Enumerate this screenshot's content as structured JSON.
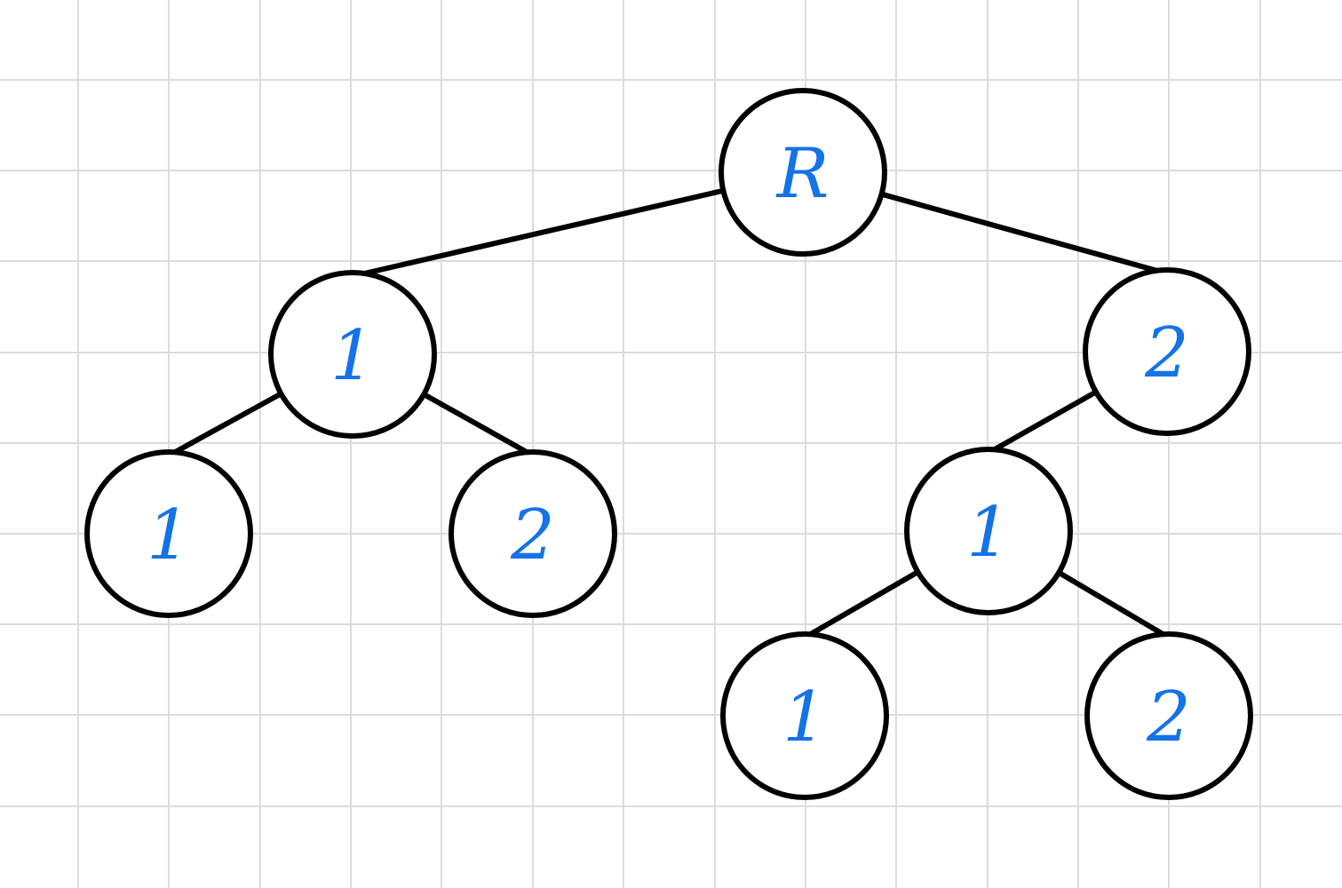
{
  "diagram": {
    "type": "tree",
    "grid_background": true,
    "colors": {
      "label": "#1473e6",
      "stroke": "#000000",
      "grid": "#dcdcdc",
      "background": "#ffffff"
    },
    "nodes": [
      {
        "id": "root",
        "label": "R"
      },
      {
        "id": "n1",
        "label": "1"
      },
      {
        "id": "n2",
        "label": "2"
      },
      {
        "id": "n11",
        "label": "1"
      },
      {
        "id": "n12",
        "label": "2"
      },
      {
        "id": "n21",
        "label": "1"
      },
      {
        "id": "n211",
        "label": "1"
      },
      {
        "id": "n212",
        "label": "2"
      }
    ],
    "edges": [
      {
        "from": "root",
        "to": "n1"
      },
      {
        "from": "root",
        "to": "n2"
      },
      {
        "from": "n1",
        "to": "n11"
      },
      {
        "from": "n1",
        "to": "n12"
      },
      {
        "from": "n2",
        "to": "n21"
      },
      {
        "from": "n21",
        "to": "n211"
      },
      {
        "from": "n21",
        "to": "n212"
      }
    ]
  }
}
